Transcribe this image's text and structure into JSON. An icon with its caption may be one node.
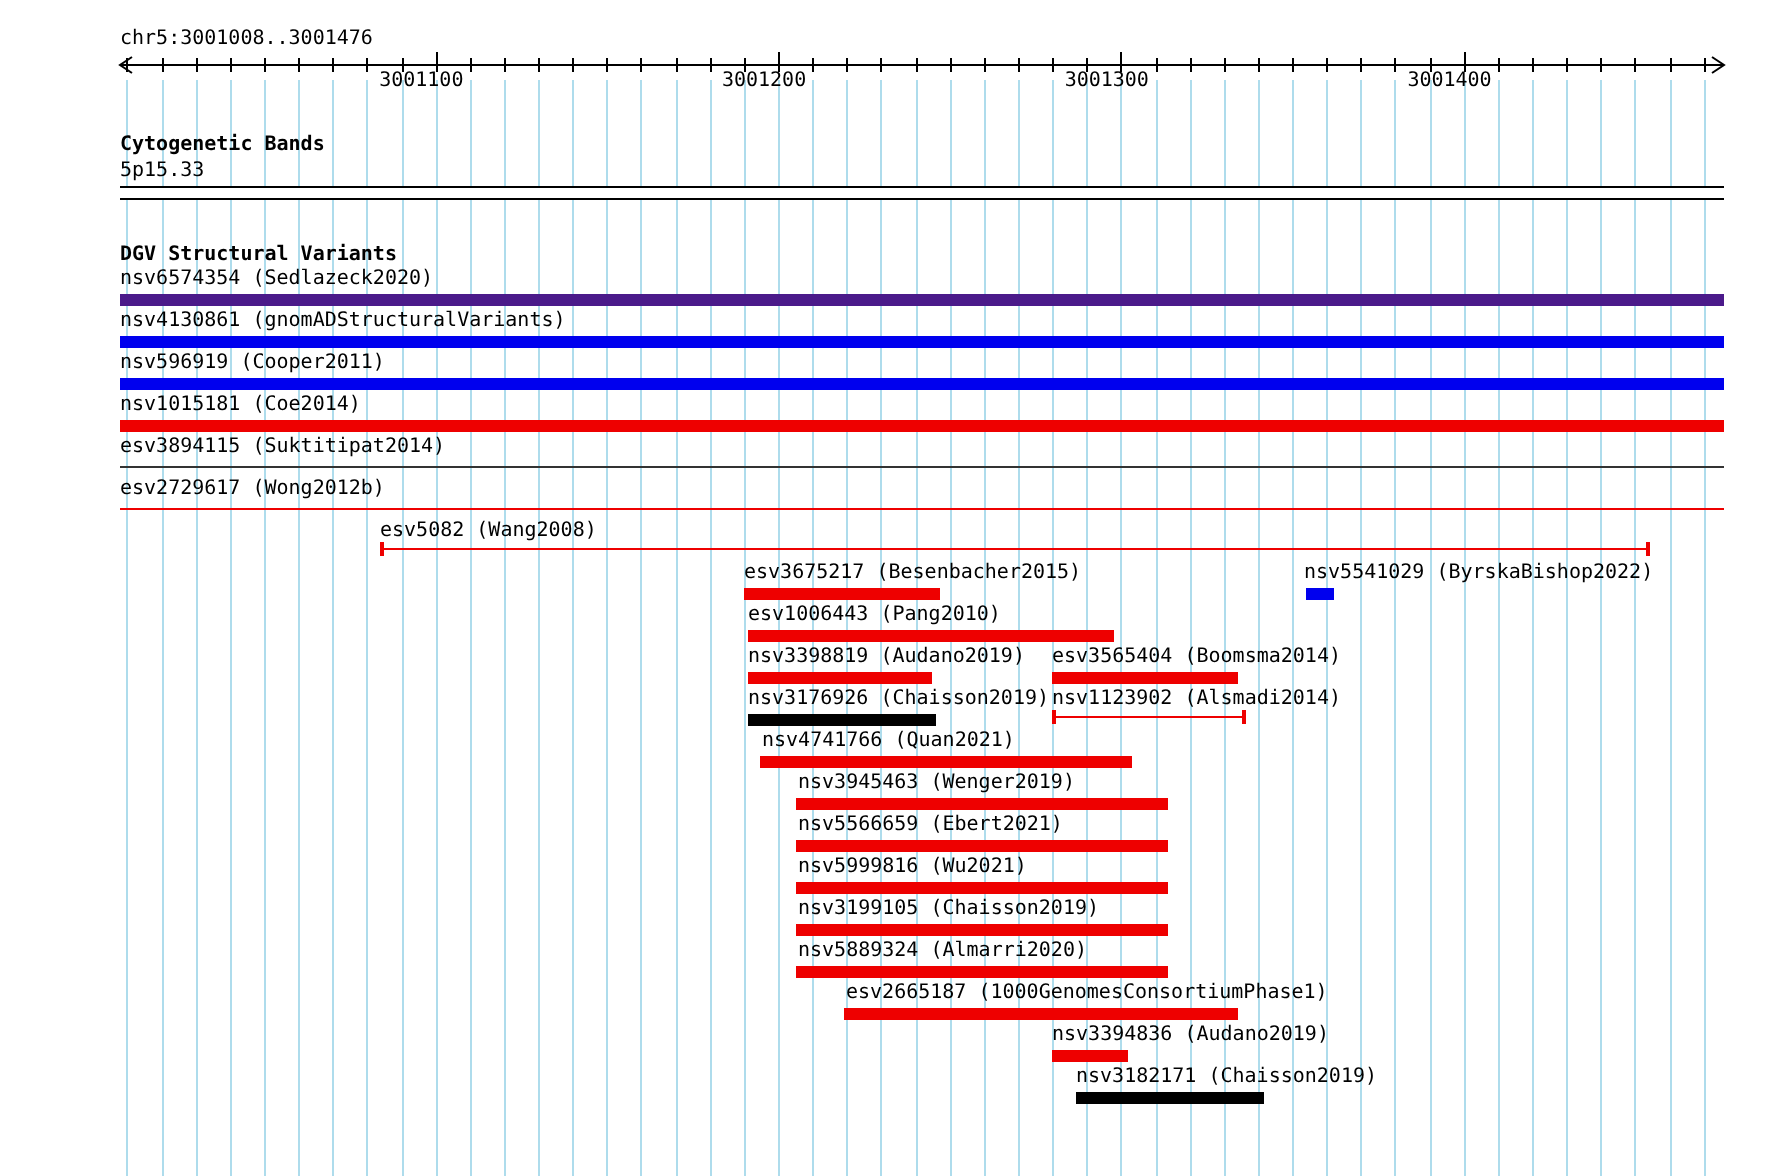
{
  "diagram": {
    "nodes": [
      {
        "text": [],
        "shape": "bar",
        "beside": [
          "5p15.33"
        ]
      },
      {
        "text": [],
        "shape": "bar",
        "beside": [
          "nsv6574354 (Sedlazeck2020)"
        ]
      },
      {
        "text": [],
        "shape": "bar",
        "beside": [
          "nsv4130861 (gnomADStructuralVariants)"
        ]
      },
      {
        "text": [],
        "shape": "bar",
        "beside": [
          "nsv596919 (Cooper2011)"
        ]
      },
      {
        "text": [],
        "shape": "bar",
        "beside": [
          "nsv1015181 (Coe2014)"
        ]
      },
      {
        "text": [],
        "shape": "bar",
        "beside": [
          "esv3894115 (Suktitipat2014)"
        ]
      },
      {
        "text": [],
        "shape": "bar",
        "beside": [
          "esv2729617 (Wong2012b)"
        ]
      },
      {
        "text": [],
        "shape": "bar",
        "beside": [
          "esv5082 (Wang2008)"
        ]
      },
      {
        "text": [],
        "shape": "bar",
        "beside": [
          "esv3675217 (Besenbacher2015)"
        ]
      },
      {
        "text": [],
        "shape": "bar",
        "beside": [
          "nsv5541029 (ByrskaBishop2022)"
        ]
      },
      {
        "text": [],
        "shape": "bar",
        "beside": [
          "esv1006443 (Pang2010)"
        ]
      },
      {
        "text": [],
        "shape": "bar",
        "beside": [
          "nsv3398819 (Audano2019)"
        ]
      },
      {
        "text": [],
        "shape": "bar",
        "beside": [
          "esv3565404 (Boomsma2014)"
        ]
      },
      {
        "text": [],
        "shape": "bar",
        "beside": [
          "nsv3176926 (Chaisson2019)"
        ]
      },
      {
        "text": [],
        "shape": "bar",
        "beside": [
          "nsv1123902 (Alsmadi2014)"
        ]
      },
      {
        "text": [],
        "shape": "bar",
        "beside": [
          "nsv4741766 (Quan2021)"
        ]
      },
      {
        "text": [],
        "shape": "bar",
        "beside": [
          "nsv3945463 (Wenger2019)"
        ]
      },
      {
        "text": [],
        "shape": "bar",
        "beside": [
          "nsv5566659 (Ebert2021)"
        ]
      },
      {
        "text": [],
        "shape": "bar",
        "beside": [
          "nsv5999816 (Wu2021)"
        ]
      },
      {
        "text": [],
        "shape": "bar",
        "beside": [
          "nsv3199105 (Chaisson2019)"
        ]
      },
      {
        "text": [],
        "shape": "bar",
        "beside": [
          "nsv5889324 (Almarri2020)"
        ]
      },
      {
        "text": [],
        "shape": "bar",
        "beside": [
          "esv2665187 (1000GenomesConsortiumPhase1)"
        ]
      },
      {
        "text": [],
        "shape": "bar",
        "beside": [
          "nsv3394836 (Audano2019)"
        ]
      },
      {
        "text": [],
        "shape": "bar",
        "beside": [
          "nsv3182171 (Chaisson2019)"
        ]
      }
    ],
    "labels": [
      "chr5:3001008..3001476",
      "3001100",
      "3001200",
      "3001300",
      "3001400",
      "Cytogenetic Bands",
      "DGV Structural Variants"
    ]
  }
}
